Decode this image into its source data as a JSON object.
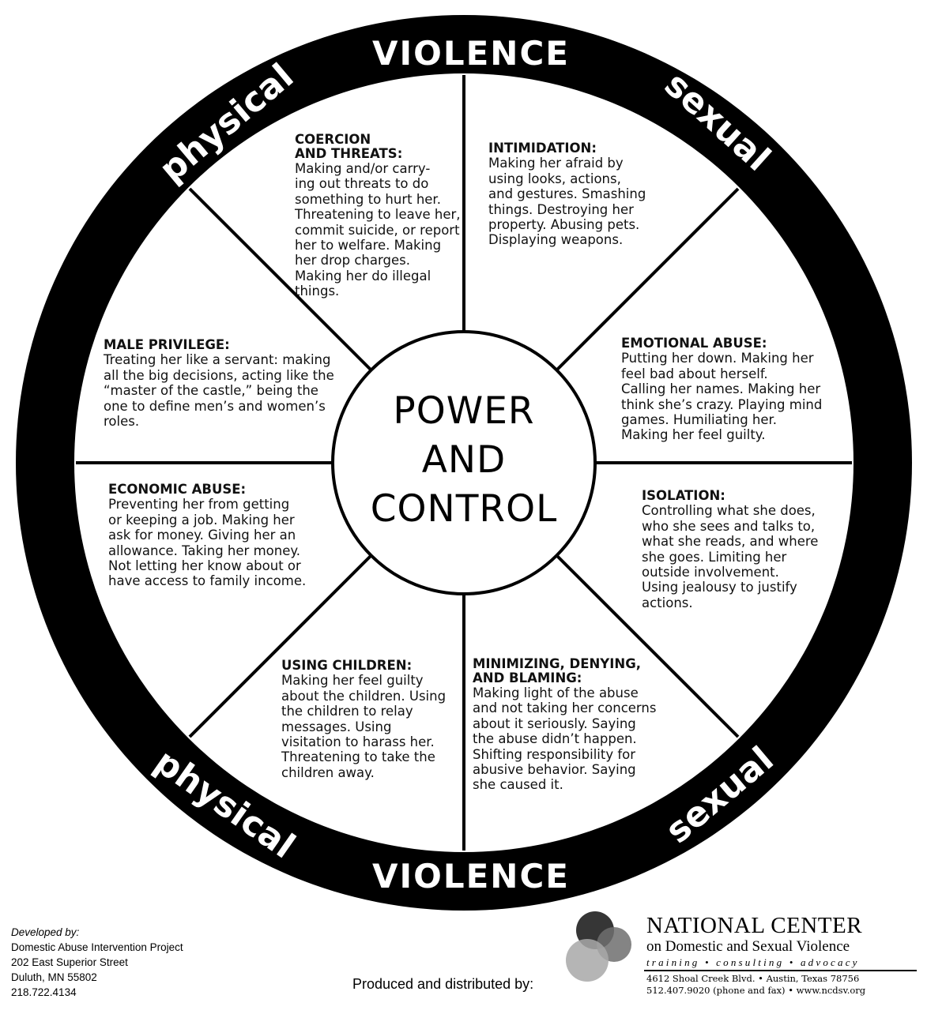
{
  "rim_labels": {
    "violence_top": "VIOLENCE",
    "violence_bottom": "VIOLENCE",
    "physical_top": "physical",
    "physical_bottom": "physical",
    "sexual_top": "sexual",
    "sexual_bottom": "sexual"
  },
  "center": {
    "line1": "POWER",
    "line2": "AND",
    "line3": "CONTROL"
  },
  "segments": {
    "coercion": {
      "title": "COERCION\nAND THREATS:",
      "body": "Making and/or carry-\ning out threats to do\nsomething to hurt her.\nThreatening to leave her,\ncommit suicide, or report\nher to welfare.  Making\nher drop charges.\nMaking her do illegal\nthings."
    },
    "intimidation": {
      "title": "INTIMIDATION:",
      "body": "Making her afraid by\nusing looks, actions,\nand gestures.  Smashing\nthings.  Destroying her\nproperty.  Abusing pets.\nDisplaying weapons."
    },
    "emotional": {
      "title": "EMOTIONAL ABUSE:",
      "body": "Putting her down.  Making her\nfeel bad about herself.\nCalling her names.  Making her\nthink she’s crazy.  Playing mind\ngames.  Humiliating her.\nMaking her feel guilty."
    },
    "isolation": {
      "title": "ISOLATION:",
      "body": "Controlling what she does,\nwho she sees and talks to,\nwhat she reads, and where\nshe goes.  Limiting her\noutside involvement.\nUsing jealousy to justify\nactions."
    },
    "minimizing": {
      "title": "MINIMIZING, DENYING,\nAND BLAMING:",
      "body": "Making light of the abuse\nand not taking her concerns\nabout it seriously.  Saying\nthe abuse didn’t happen.\nShifting responsibility for\nabusive behavior.  Saying\nshe caused it."
    },
    "children": {
      "title": "USING CHILDREN:",
      "body": "Making her feel guilty\nabout the children.  Using\nthe children to relay\nmessages.  Using\nvisitation to harass her.\nThreatening to take the\nchildren away."
    },
    "economic": {
      "title": "ECONOMIC ABUSE:",
      "body": "Preventing her from getting\nor keeping a job.  Making her\nask for money.  Giving her an\nallowance.  Taking her money.\nNot letting her know about or\nhave access to family income."
    },
    "privilege": {
      "title": "MALE PRIVILEGE:",
      "body": "Treating her like a servant: making\nall the big decisions, acting like the\n“master of the castle,” being the\none to define men’s and women’s\nroles."
    }
  },
  "credits": {
    "label": "Developed by:",
    "org": "Domestic Abuse Intervention Project",
    "street": "202 East Superior Street",
    "city": "Duluth, MN 55802",
    "phone": "218.722.4134"
  },
  "produced_by": "Produced and distributed by:",
  "distributor": {
    "name": "NATIONAL CENTER",
    "subtitle": "on Domestic and Sexual Violence",
    "tagline": "training  •  consulting  •  advocacy",
    "address": "4612 Shoal Creek Blvd.  •  Austin, Texas 78756",
    "contact": "512.407.9020 (phone and fax)  •  www.ncdsv.org"
  },
  "colors": {
    "rim": "#000000",
    "rim_text": "#ffffff",
    "background": "#ffffff",
    "logo_dark": "#2b2b2b",
    "logo_mid": "#6e6e6e",
    "logo_light": "#a8a8a8"
  }
}
